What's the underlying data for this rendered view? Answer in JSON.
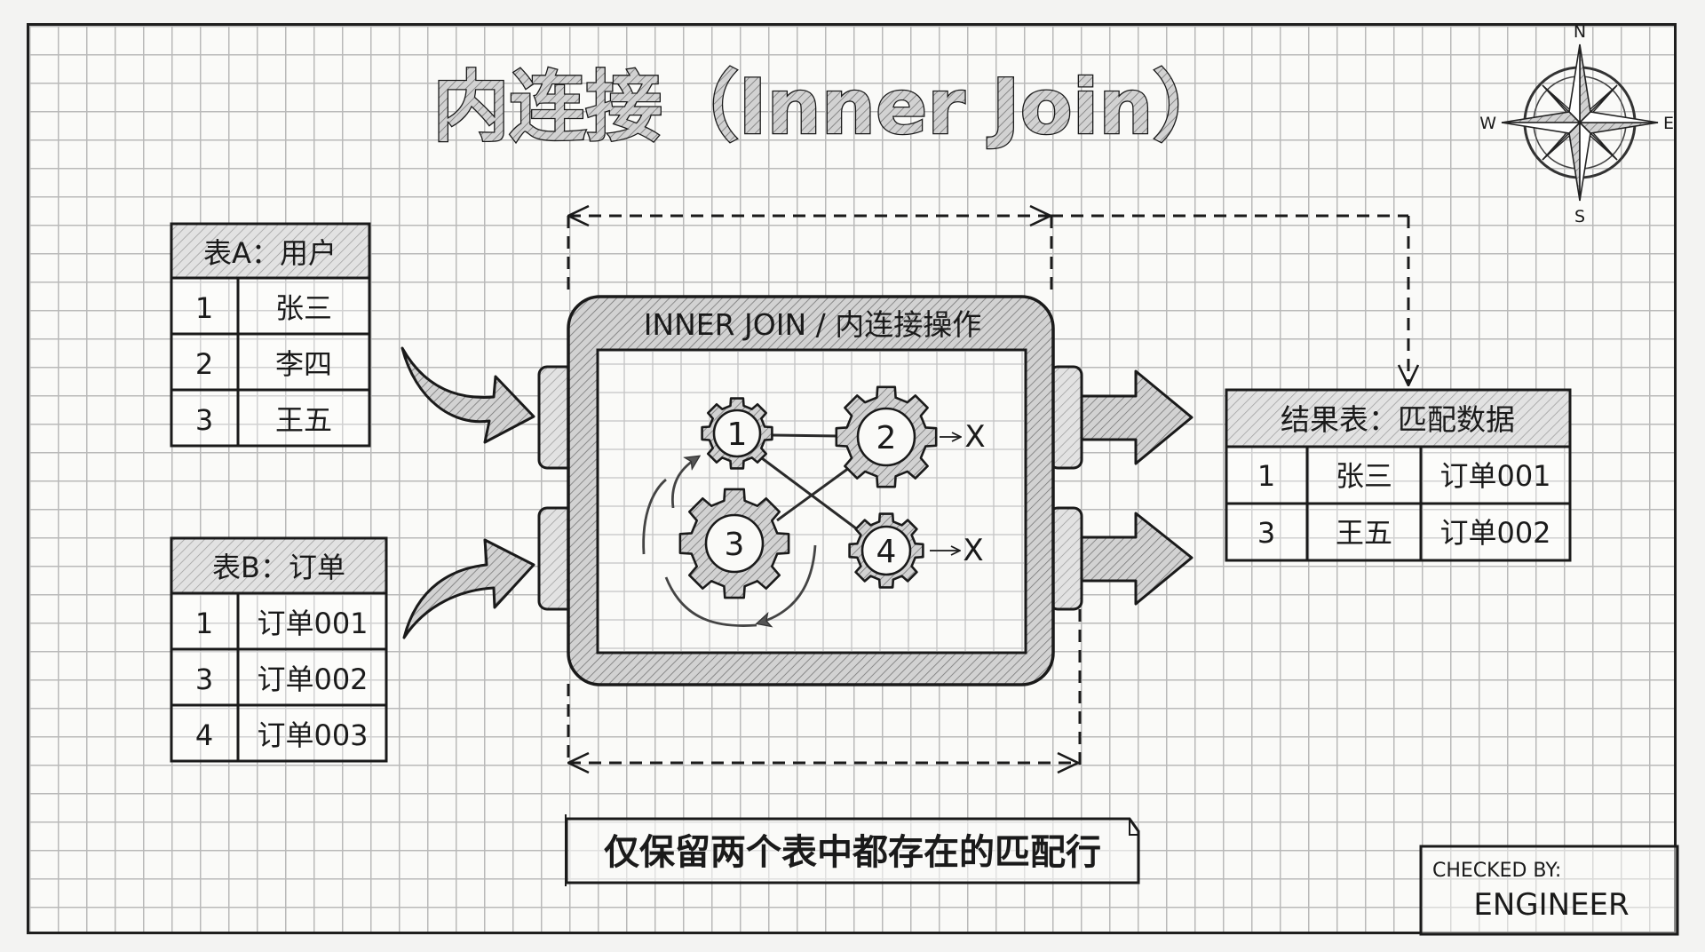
{
  "title": "内连接（Inner Join）",
  "compass": {
    "north": "N",
    "south": "S",
    "east": "E",
    "west": "W"
  },
  "table_a": {
    "header": "表A：用户",
    "rows": [
      {
        "id": "1",
        "value": "张三"
      },
      {
        "id": "2",
        "value": "李四"
      },
      {
        "id": "3",
        "value": "王五"
      }
    ]
  },
  "table_b": {
    "header": "表B：订单",
    "rows": [
      {
        "id": "1",
        "value": "订单001"
      },
      {
        "id": "3",
        "value": "订单002"
      },
      {
        "id": "4",
        "value": "订单003"
      }
    ]
  },
  "operation": {
    "label": "INNER JOIN / 内连接操作",
    "gears": [
      {
        "number": "1",
        "matched": true
      },
      {
        "number": "2",
        "matched": false
      },
      {
        "number": "3",
        "matched": true
      },
      {
        "number": "4",
        "matched": false
      }
    ],
    "discard_mark": "X"
  },
  "result_table": {
    "header": "结果表：匹配数据",
    "rows": [
      {
        "id": "1",
        "name": "张三",
        "order": "订单001"
      },
      {
        "id": "3",
        "name": "王五",
        "order": "订单002"
      }
    ]
  },
  "note": "仅保留两个表中都存在的匹配行",
  "stamp": {
    "label": "CHECKED BY:",
    "value": "ENGINEER"
  },
  "colors": {
    "ink": "#1a1a1a",
    "fill": "#bdbdbd",
    "grid": "#b9b9b9",
    "paper": "#fafaf8"
  }
}
